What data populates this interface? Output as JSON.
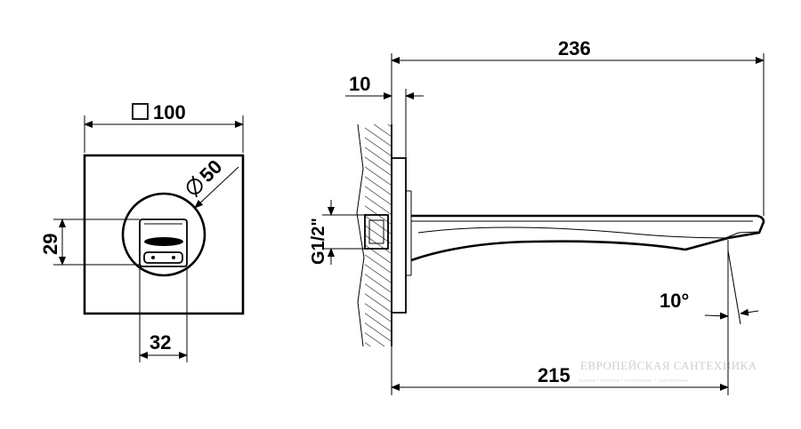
{
  "front_view": {
    "plate_size_label": "100",
    "rosette_diameter_label": "50",
    "spout_height_label": "29",
    "spout_width_label": "32"
  },
  "side_view": {
    "wall_offset_label": "10",
    "overall_length_label": "236",
    "projection_label": "215",
    "thread_label": "G1/2\"",
    "angle_label": "10°"
  },
  "watermark": {
    "brand": "ЕВРОПЕЙСКАЯ САНТЕХНИКА",
    "tagline": "ванны • плитка • отопление • сантехника"
  }
}
